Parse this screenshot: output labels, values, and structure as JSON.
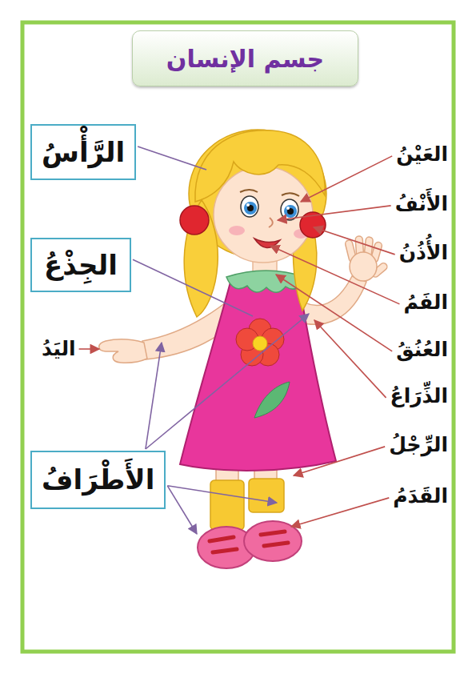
{
  "diagram": {
    "title": "جسم الإنسان",
    "nodes": [
      {
        "text": [
          "الرَّأْسُ"
        ]
      },
      {
        "text": [
          "الجِذْعُ"
        ]
      },
      {
        "text": [
          "الأَطْرَافُ"
        ]
      }
    ],
    "labels": [
      "العَيْنُ",
      "الأَنْفُ",
      "الأُذُنُ",
      "الفَمُ",
      "اليَدُ",
      "العُنُقُ",
      "الذِّرَاعُ",
      "الرِّجْلُ",
      "القَدَمُ"
    ]
  }
}
